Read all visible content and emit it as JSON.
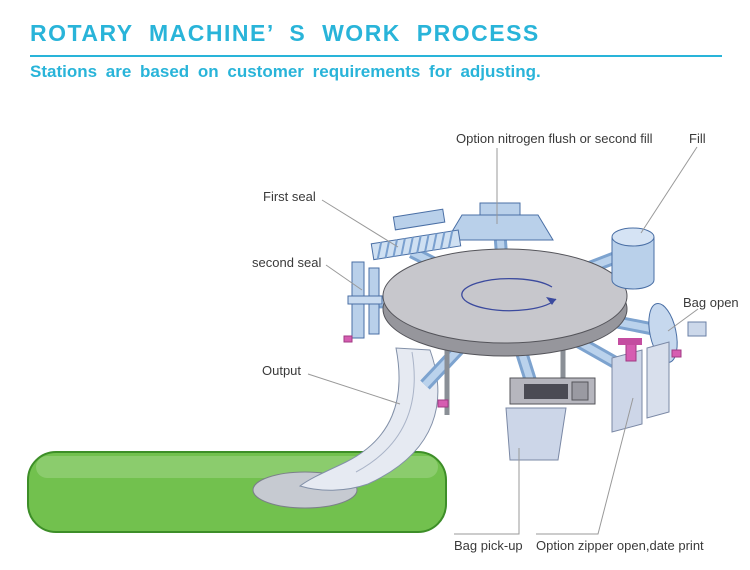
{
  "header": {
    "title": "ROTARY MACHINE’ S WORK PROCESS",
    "subtitle": "Stations are based on customer requirements for adjusting."
  },
  "colors": {
    "accent_cyan": "#29b4d9",
    "conveyor_green": "#72c14e",
    "machine_blue": "#b9d0ea",
    "table_gray": "#c7c7cc",
    "pink_accent": "#d65db1"
  },
  "diagram": {
    "labels": [
      {
        "id": "option-nitrogen-flush",
        "text": "Option nitrogen flush or second fill"
      },
      {
        "id": "fill",
        "text": "Fill"
      },
      {
        "id": "first-seal",
        "text": "First seal"
      },
      {
        "id": "second-seal",
        "text": "second seal"
      },
      {
        "id": "bag-open",
        "text": "Bag open"
      },
      {
        "id": "output",
        "text": "Output"
      },
      {
        "id": "bag-pick-up",
        "text": "Bag pick-up"
      },
      {
        "id": "option-zipper-dateprint",
        "text": "Option zipper  open,date print"
      }
    ]
  }
}
